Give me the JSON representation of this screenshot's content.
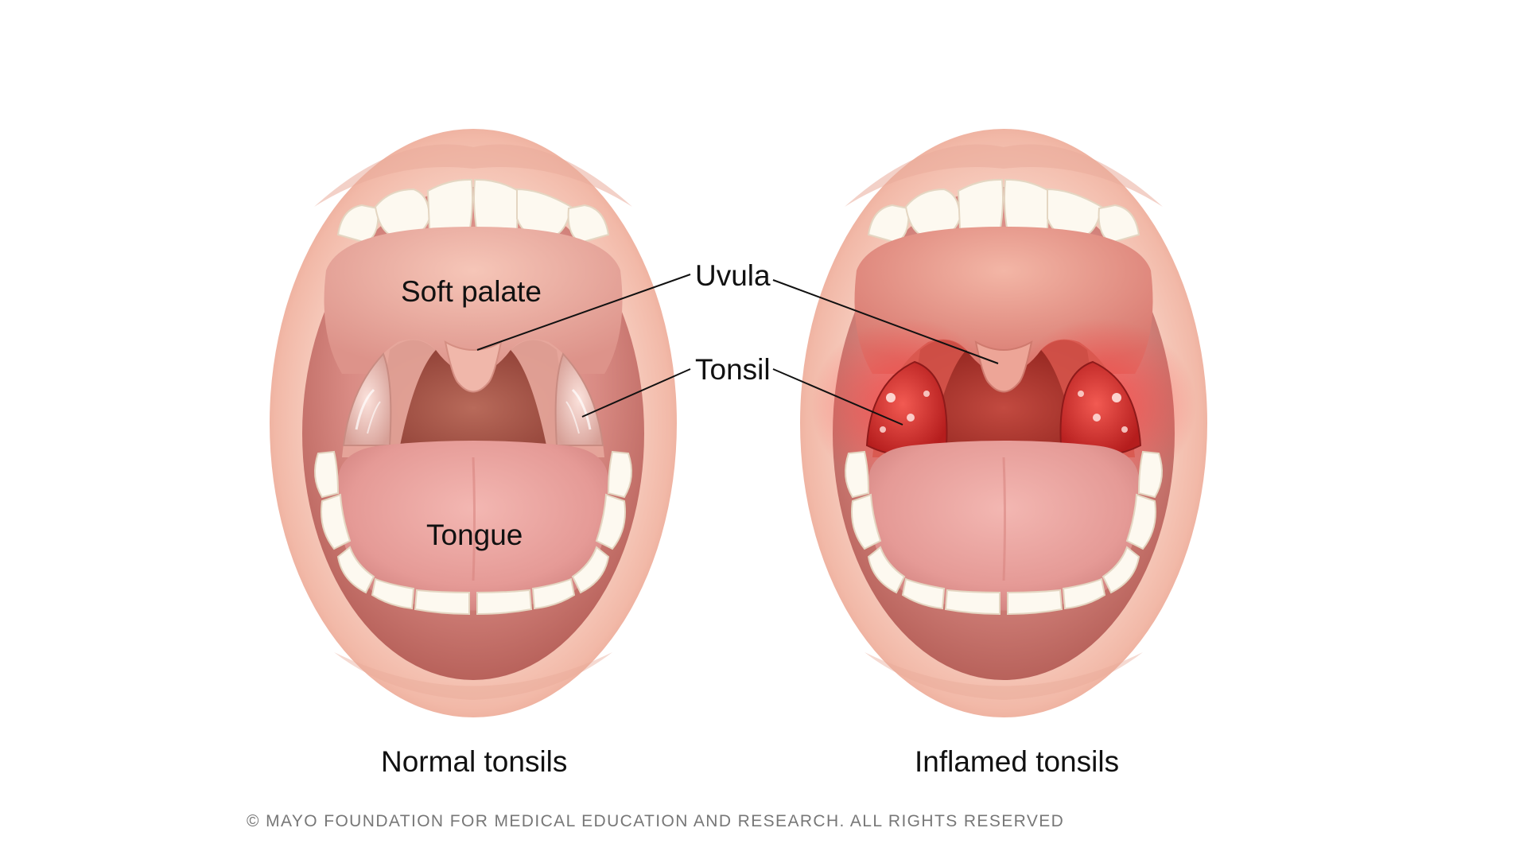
{
  "labels": {
    "soft_palate": "Soft  palate",
    "uvula": "Uvula",
    "tonsil": "Tonsil",
    "tongue": "Tongue"
  },
  "captions": {
    "normal": "Normal tonsils",
    "inflamed": "Inflamed tonsils"
  },
  "copyright": "© MAYO FOUNDATION FOR MEDICAL EDUCATION AND RESEARCH. ALL RIGHTS RESERVED",
  "colors": {
    "lip": "#f3c1b3",
    "lip_shadow": "#e4a392",
    "mouth_interior": "#d98a86",
    "throat": "#a85348",
    "tongue": "#e89e9c",
    "teeth": "#fbf7ee",
    "tonsil_normal": "#f0c0b8",
    "tonsil_inflamed": "#d92e2e",
    "inflammation_glow": "#ff4a4a",
    "text": "#111111",
    "copyright_text": "#777777"
  }
}
